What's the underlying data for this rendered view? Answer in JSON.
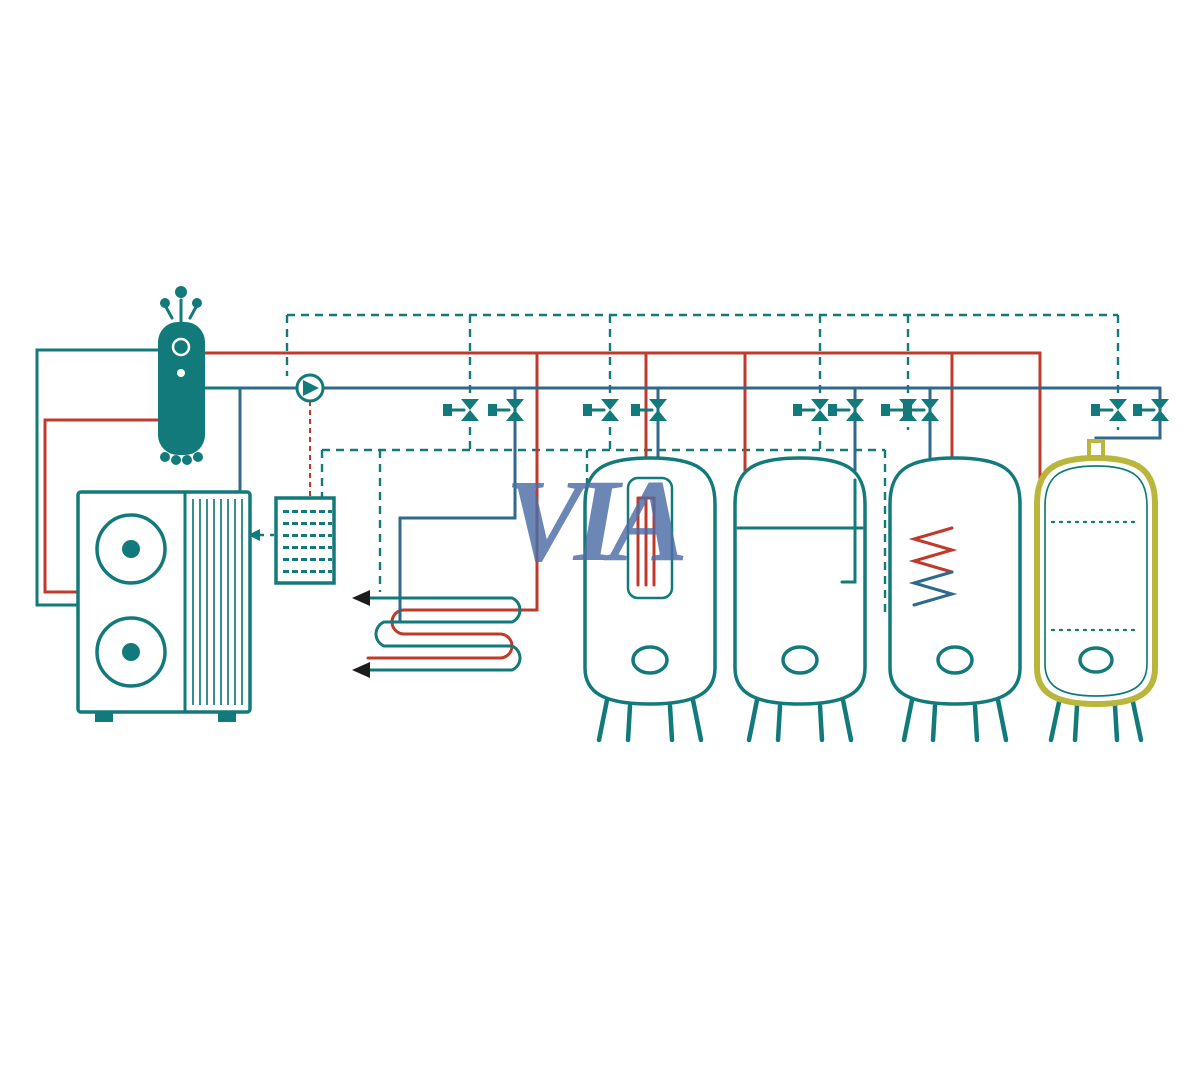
{
  "watermark": {
    "text": "VIA"
  },
  "colors": {
    "teal": "#137a7b",
    "blue": "#2f6a8e",
    "red": "#c03a2b",
    "olive": "#b9b63b",
    "watermark": "#4d6da5",
    "arrow": "#1c1c1c",
    "background": "#ffffff"
  },
  "components": {
    "heat_pump": "outdoor-heat-pump-unit",
    "buffer_vessel": "buffer-vessel",
    "controller": "controller-terminal-box",
    "pump": "circulation-pump",
    "heat_exchanger": "serpentine-heat-exchanger",
    "valves": "motorized-zone-valves",
    "tank_electric": "cylinder-with-electric-heater",
    "tank_buffer": "buffer-cylinder",
    "tank_coil": "cylinder-with-internal-coil",
    "tank_insulated": "insulated-cylinder"
  }
}
